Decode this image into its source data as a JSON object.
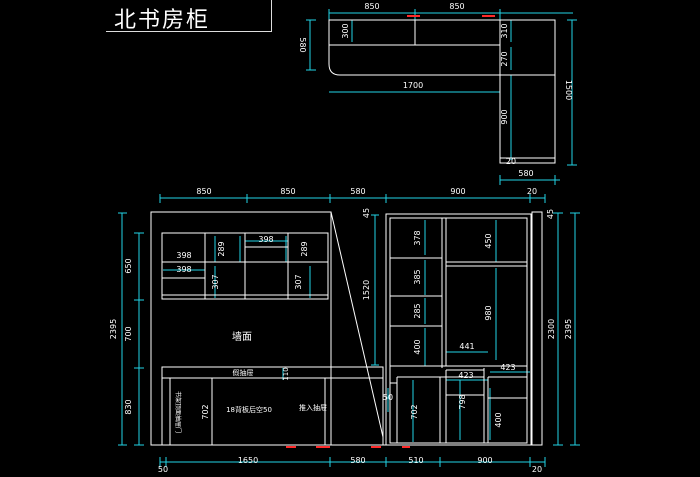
{
  "title": "北书房柜",
  "plan": {
    "top_dims": [
      "850",
      "850"
    ],
    "left_dim": "580",
    "inner_dims": [
      "300",
      "310",
      "270",
      "900"
    ],
    "bottom_inner_dim": "1700",
    "right_dim": "1500",
    "bottom_dims": [
      "580",
      "20"
    ]
  },
  "elevation": {
    "top_dims": [
      "850",
      "850",
      "580",
      "900",
      "20"
    ],
    "left_dims": [
      "650",
      "700",
      "830"
    ],
    "left_total": "2395",
    "right_dims": [
      "2300",
      "2395"
    ],
    "right_top_small": "45",
    "bottom_dims": [
      "50",
      "1650",
      "580",
      "510",
      "900",
      "20"
    ],
    "wall_label": "墙面",
    "upper_shelf_dims": [
      "398",
      "289",
      "398",
      "289",
      "398",
      "307",
      "307"
    ],
    "desk_labels": [
      "假抽屉",
      "110",
      "18背板后空50",
      "推入抽屉",
      "702"
    ],
    "desk_side_vertical": "书架顶面抽屉门",
    "mid_labels": [
      "50",
      "702"
    ],
    "mid_vertical_dims": [
      "45",
      "1520"
    ],
    "middle_column_dims": [
      "378",
      "385",
      "285",
      "400"
    ],
    "right_column_dims": [
      "450",
      "980",
      "441",
      "423",
      "423",
      "798",
      "400"
    ]
  }
}
